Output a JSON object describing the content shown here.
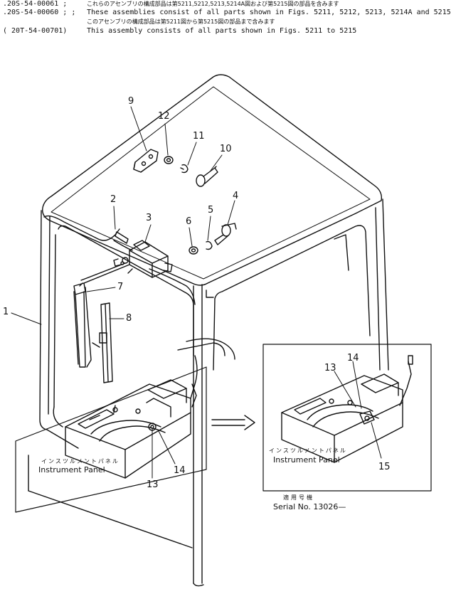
{
  "header": {
    "lines": [
      {
        "code": ".20S-54-00061 ;",
        "text": "これらのアセンブリの構成部品は第5211,5212,5213,5214A図および第5215図の部品を含みます"
      },
      {
        "code": ".20S-54-00060 ; ;",
        "text": "These assemblies consist of all parts shown in Figs. 5211, 5212, 5213, 5214A and 5215"
      },
      {
        "code": "",
        "text": "このアセンブリの構成部品は第5211図から第5215図の部品まで含みます"
      },
      {
        "code": "( 20T-54-00701)",
        "text": "This assembly consists of all parts shown in Figs. 5211 to 5215"
      }
    ]
  },
  "callouts": {
    "n1": "1",
    "n2": "2",
    "n3": "3",
    "n4": "4",
    "n5": "5",
    "n6": "6",
    "n7": "7",
    "n8": "8",
    "n9": "9",
    "n10": "10",
    "n11": "11",
    "n12": "12",
    "left_13": "13",
    "left_14": "14",
    "right_13": "13",
    "right_14": "14",
    "right_15": "15"
  },
  "left_inset": {
    "label_jp": "インスツルメントパネル",
    "label": "Instrument Panel"
  },
  "right_inset": {
    "label_jp": "インスツルメントパネル",
    "label": "Instrument Panel",
    "serial_jp": "適用号機",
    "serial": "Serial No. 13026—"
  }
}
